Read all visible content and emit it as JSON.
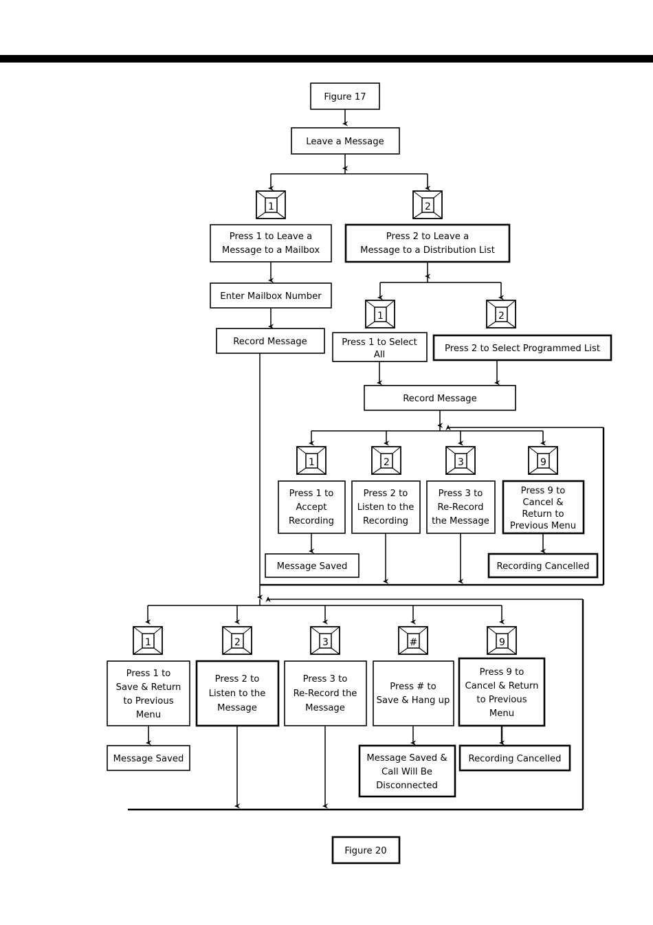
{
  "document": {
    "title": "Leave a Message Flowchart",
    "top_rule": "black-horizontal-rule"
  },
  "diagram": {
    "type": "flowchart",
    "start_ref": "Figure 17",
    "end_ref": "Figure 20",
    "nodes": {
      "figure17": "Figure 17",
      "leave_a_message": "Leave a Message",
      "press1_mailbox": "Press 1 to Leave a\nMessage to a Mailbox",
      "press1_mailbox_l1": "Press 1 to Leave a",
      "press1_mailbox_l2": "Message to a Mailbox",
      "press2_dist": "Press 2 to Leave a\nMessage to a Distribution List",
      "press2_dist_l1": "Press 2 to Leave a",
      "press2_dist_l2": "Message to a Distribution List",
      "enter_mailbox": "Enter Mailbox Number",
      "record_message_left": "Record Message",
      "press1_select_all_l1": "Press 1 to Select",
      "press1_select_all_l2": "All",
      "press2_prog_list": "Press 2 to Select Programmed List",
      "record_message_mid": "Record Message",
      "mid_1_l1": "Press 1 to",
      "mid_1_l2": "Accept",
      "mid_1_l3": "Recording",
      "mid_2_l1": "Press 2 to",
      "mid_2_l2": "Listen to the",
      "mid_2_l3": "Recording",
      "mid_3_l1": "Press 3 to",
      "mid_3_l2": "Re-Record",
      "mid_3_l3": "the Message",
      "mid_9_l1": "Press 9 to",
      "mid_9_l2": "Cancel &",
      "mid_9_l3": "Return to",
      "mid_9_l4": "Previous Menu",
      "mid_message_saved": "Message Saved",
      "mid_recording_cancelled": "Recording Cancelled",
      "bot_1_l1": "Press 1 to",
      "bot_1_l2": "Save & Return",
      "bot_1_l3": "to Previous",
      "bot_1_l4": "Menu",
      "bot_2_l1": "Press 2 to",
      "bot_2_l2": "Listen to the",
      "bot_2_l3": "Message",
      "bot_3_l1": "Press 3 to",
      "bot_3_l2": "Re-Record the",
      "bot_3_l3": "Message",
      "bot_hash_l1": "Press # to",
      "bot_hash_l2": "Save & Hang up",
      "bot_9_l1": "Press 9 to",
      "bot_9_l2": "Cancel & Return",
      "bot_9_l3": "to Previous",
      "bot_9_l4": "Menu",
      "bot_message_saved": "Message Saved",
      "bot_msg_disc_l1": "Message Saved &",
      "bot_msg_disc_l2": "Call Will Be",
      "bot_msg_disc_l3": "Disconnected",
      "bot_recording_cancelled": "Recording Cancelled",
      "figure20": "Figure 20"
    },
    "keys": {
      "top_1": "1",
      "top_2": "2",
      "dist_1": "1",
      "dist_2": "2",
      "mid_1": "1",
      "mid_2": "2",
      "mid_3": "3",
      "mid_9": "9",
      "bot_1": "1",
      "bot_2": "2",
      "bot_3": "3",
      "bot_hash": "#",
      "bot_9": "9"
    },
    "colors": {
      "line": "#000000",
      "box_fill": "#ffffff",
      "page": "#ffffff"
    }
  }
}
